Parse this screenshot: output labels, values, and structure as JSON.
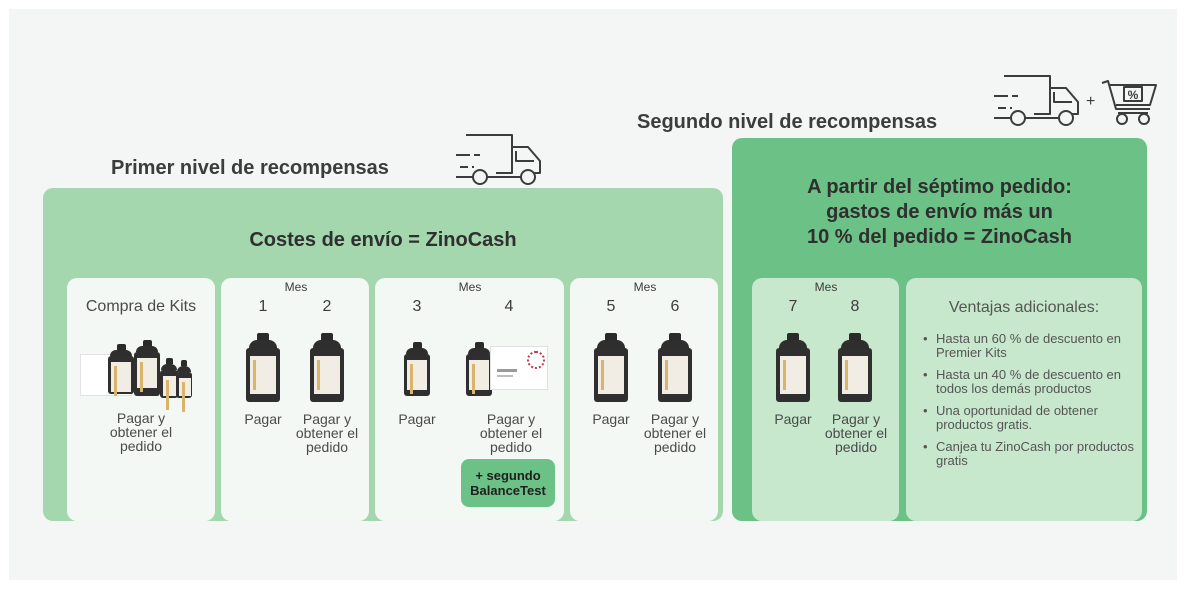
{
  "level2": {
    "heading": "Segundo nivel de recompensas",
    "plus": "+",
    "cart_badge": "%",
    "panel_title": [
      "A partir del séptimo pedido:",
      "gastos de envío más un",
      "10 % del pedido = ZinoCash"
    ],
    "month_label": "Mes",
    "months": [
      "7",
      "8"
    ],
    "captions": [
      "Pagar",
      "Pagar y obtener el pedido"
    ],
    "ventajas_title": "Ventajas adicionales:",
    "ventajas": [
      "Hasta un 60 % de descuento en Premier Kits",
      "Hasta un 40 % de descuento en todos los demás productos",
      "Una oportunidad de obtener productos gratis.",
      "Canjea tu ZinoCash por productos gratis"
    ]
  },
  "level1": {
    "heading": "Primer nivel de recompensas",
    "panel_title": "Costes de envío = ZinoCash",
    "kits": {
      "title": "Compra de Kits",
      "caption": [
        "Pagar y",
        "obtener el",
        "pedido"
      ]
    },
    "month_label": "Mes",
    "groups": [
      {
        "months": [
          "1",
          "2"
        ],
        "captions": [
          "Pagar",
          "Pagar y obtener el pedido"
        ]
      },
      {
        "months": [
          "3",
          "4"
        ],
        "captions": [
          "Pagar",
          "Pagar y obtener el pedido"
        ],
        "extra": [
          "+ segundo",
          "BalanceTest"
        ]
      },
      {
        "months": [
          "5",
          "6"
        ],
        "captions": [
          "Pagar",
          "Pagar y obtener el pedido"
        ]
      }
    ]
  },
  "colors": {
    "panel_light": "#a5d7ae",
    "panel_dark": "#6cc186",
    "card": "#f4f8f4",
    "card_tint": "#c7e8cd"
  },
  "icons": [
    "truck-icon",
    "shopping-cart-percent-icon",
    "bottle-icon"
  ]
}
